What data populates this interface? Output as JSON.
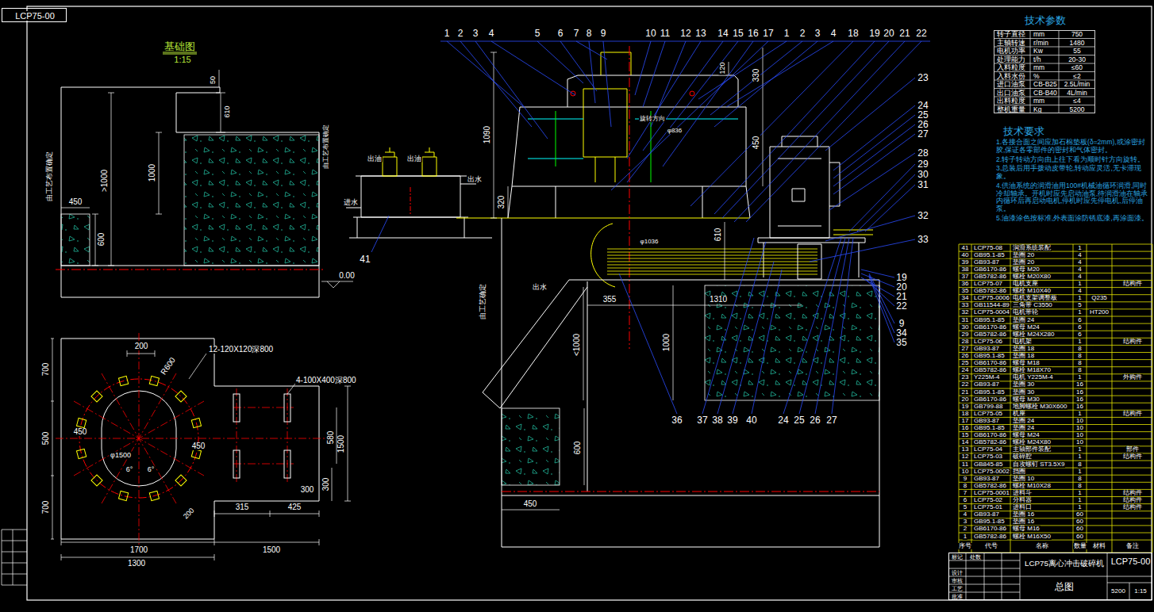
{
  "diagram": {
    "nodes": [
      {
        "text": [
          "LCP75-00"
        ]
      },
      {
        "text": [
          "技术参数"
        ]
      },
      {
        "text": [
          "LCP75离心冲击破碎机",
          "总图",
          "LCP75-00"
        ]
      }
    ],
    "labels": [
      "1",
      "2",
      "3",
      "4",
      "5",
      "6",
      "7",
      "8",
      "9",
      "10",
      "11",
      "12",
      "13",
      "14",
      "15",
      "16",
      "17",
      "1",
      "2",
      "3",
      "4",
      "18",
      "19",
      "20",
      "21",
      "22",
      "23",
      "24",
      "25",
      "26",
      "27",
      "28",
      "29",
      "30",
      "31",
      "32",
      "33",
      "19",
      "20",
      "21",
      "22",
      "9",
      "34",
      "35",
      "36",
      "37",
      "38",
      "39",
      "40",
      "24",
      "25",
      "26",
      "27",
      "41",
      "基础图",
      "1:15",
      "50",
      "610",
      "1000",
      ">1000",
      "450",
      "600",
      "0.00",
      "由工艺布置确定",
      "由工艺布置确定",
      "700",
      "500",
      "700",
      "200",
      "450",
      "450",
      "R600",
      "φ1500",
      "6°",
      "6°",
      "200",
      "12-120X120深800",
      "4-100X400深800",
      "580",
      "1500",
      "300",
      "315",
      "425",
      "300",
      "1700",
      "1500",
      "1300",
      "1090",
      "320",
      "120",
      "330",
      "450",
      "610",
      "355",
      "1310",
      "1000",
      "<1000",
      "600",
      "450",
      "由工艺确定",
      "旋转方向",
      "φ836",
      "φ1036",
      "出油",
      "出油",
      "出水",
      "进水",
      "出水",
      "转子直径",
      "mm",
      "750",
      "主轴转速",
      "r/min",
      "1480",
      "电机功率",
      "Kw",
      "55",
      "处理能力",
      "t/h",
      "20-30",
      "入料粒度",
      "mm",
      "≤60",
      "入料水份",
      "%",
      "≤2",
      "进口油泵",
      "CB-B25",
      "2.5L/min",
      "出口油泵",
      "CB-B40",
      "4L/min",
      "出料粒度",
      "mm",
      "≤4",
      "整机重量",
      "Kg",
      "5200",
      "技术要求",
      "1.各接合面之间应加石棉垫板(δ=2mm),或涂密封胶,保证各零部件的密封和气体密封。",
      "2.转子转动方向由上往下看为顺时针方向旋转。",
      "3.总装后用手拨动皮带轮,转动应灵活,无卡滞现象。",
      "4.供油系统的润滑油用100#机械油循环润滑,同时冷却轴承。开机时应先启动油泵,待润滑油在轴承内循环后再启动电机,停机时应先停电机,后停油泵。",
      "5.油漆涂色按标准,外表面涂防锈底漆,再涂面漆。",
      "序号",
      "代号",
      "名称",
      "数量",
      "材料",
      "备注",
      "41",
      "LCP75-08",
      "润滑系统装配",
      "1",
      "40",
      "GB95.1-85",
      "垫圈 20",
      "4",
      "39",
      "GB93-87",
      "垫圈 20",
      "4",
      "38",
      "GB6170-86",
      "螺母 M20",
      "4",
      "37",
      "GB5782-86",
      "螺栓 M20X80",
      "4",
      "36",
      "LCP75-07",
      "电机支座",
      "1",
      "35",
      "GB5782-86",
      "螺栓 M10X40",
      "4",
      "34",
      "LCP75-0006",
      "电机支架调整板",
      "1",
      "33",
      "GB11544-89",
      "三角带 C3550",
      "5",
      "32",
      "LCP75-0004",
      "电机带轮",
      "1",
      "31",
      "GB95.1-85",
      "垫圈 24",
      "6",
      "30",
      "GB6170-86",
      "螺母 M24",
      "6",
      "29",
      "GB5782-86",
      "螺栓 M24X280",
      "6",
      "28",
      "LCP75-06",
      "电机架",
      "1",
      "27",
      "GB93-87",
      "垫圈 18",
      "8",
      "26",
      "GB95.1-85",
      "垫圈 18",
      "8",
      "25",
      "GB6170-86",
      "螺母 M18",
      "8",
      "24",
      "GB5782-86",
      "螺栓 M18X70",
      "8",
      "23",
      "Y225M-4",
      "电机 Y225M-4",
      "1",
      "22",
      "GB93-87",
      "垫圈 30",
      "16",
      "21",
      "GB95.1-85",
      "垫圈 30",
      "16",
      "20",
      "GB6170-86",
      "螺母 M30",
      "16",
      "19",
      "GB799-88",
      "地脚螺栓 M30X600",
      "16",
      "18",
      "LCP75-05",
      "机座",
      "1",
      "17",
      "GB93-87",
      "垫圈 24",
      "10",
      "16",
      "GB95.1-85",
      "垫圈 24",
      "10",
      "15",
      "GB6170-86",
      "螺母 M24",
      "10",
      "14",
      "GB5782-86",
      "螺栓 M24X80",
      "10",
      "13",
      "LCP75-04",
      "主轴部件装配",
      "1",
      "12",
      "LCP75-03",
      "破碎腔",
      "1",
      "11",
      "GB845-85",
      "自攻螺钉 ST3.5X9",
      "8",
      "10",
      "LCP75-0002",
      "挡圈",
      "1",
      "9",
      "GB93-87",
      "垫圈 10",
      "8",
      "8",
      "GB5782-86",
      "螺栓 M10X28",
      "8",
      "7",
      "LCP75-0001",
      "进料斗",
      "1",
      "6",
      "LCP75-02",
      "分料器",
      "1",
      "5",
      "LCP75-01",
      "进料口",
      "1",
      "4",
      "GB93-87",
      "垫圈 16",
      "60",
      "3",
      "GB95.1-85",
      "垫圈 16",
      "60",
      "2",
      "GB6170-86",
      "螺母 M16",
      "60",
      "1",
      "GB5782-86",
      "螺栓 M16X50",
      "60",
      "结构件",
      "Q235",
      "HT200",
      "结构件",
      "外购件",
      "结构件",
      "部件",
      "结构件",
      "结构件",
      "结构件",
      "结构件",
      "5200",
      "1:15",
      "标记",
      "处数",
      "设计",
      "审核",
      "工艺",
      "批准"
    ]
  }
}
